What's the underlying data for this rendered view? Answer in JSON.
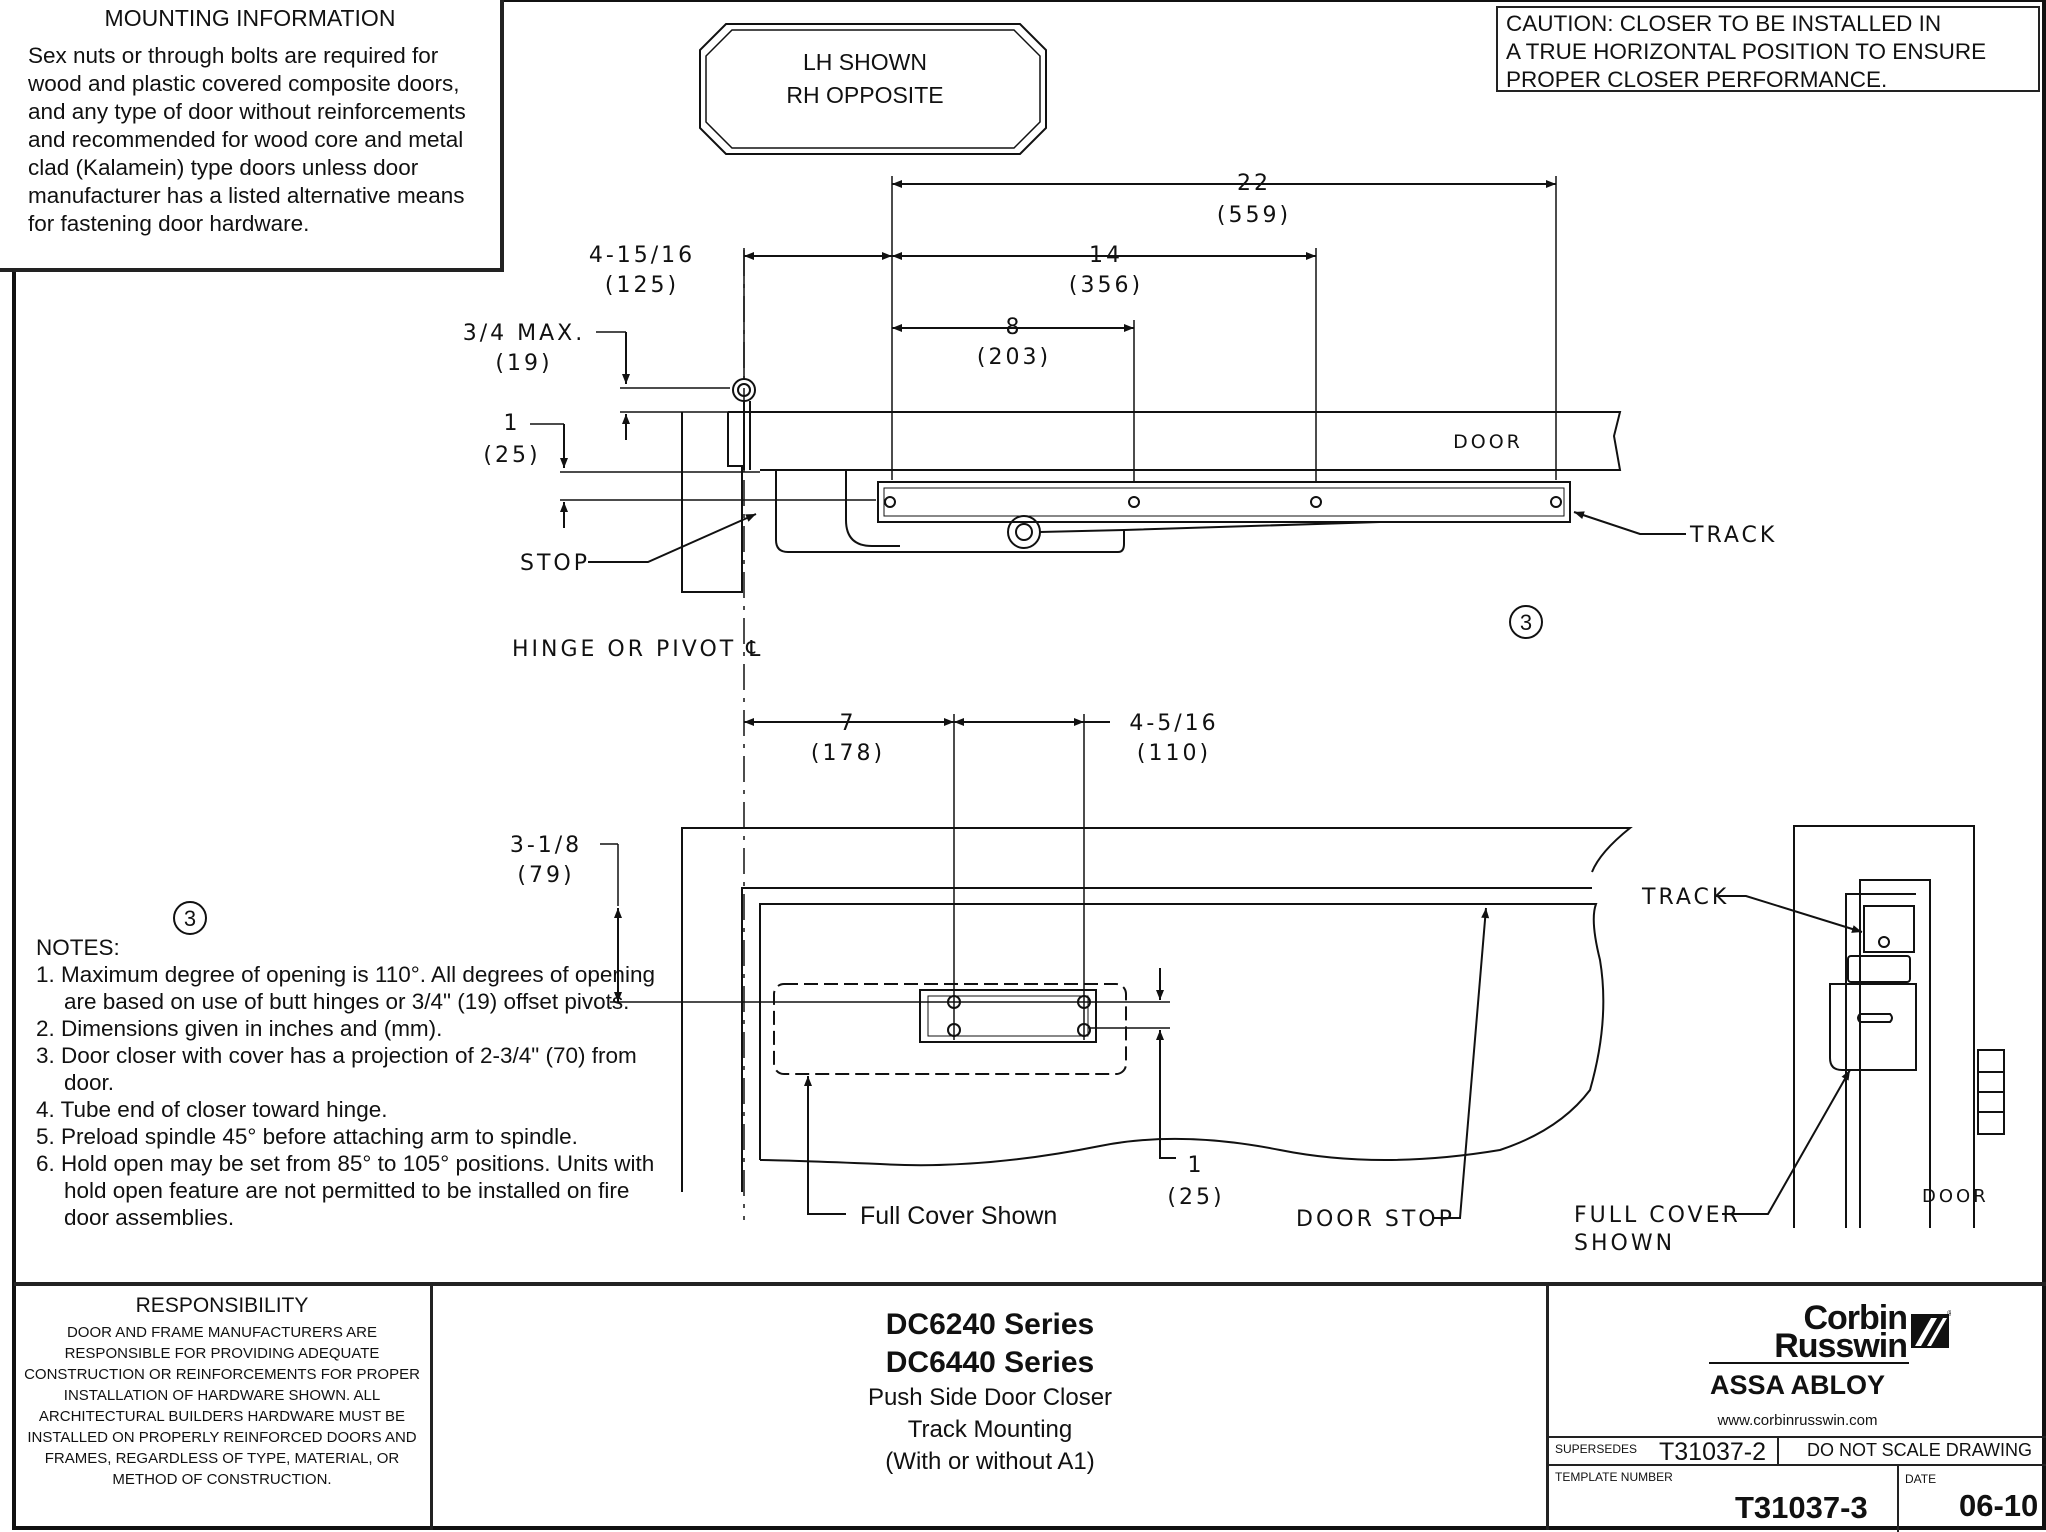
{
  "mounting_info": {
    "title": "MOUNTING INFORMATION",
    "text": "Sex nuts or through bolts are required for wood and plastic covered composite doors, and any type of door without reinforcements and recommended for wood core and metal clad (Kalamein) type doors unless door manufacturer has a listed alternative means for fastening door hardware."
  },
  "handing": {
    "line1": "LH SHOWN",
    "line2": "RH OPPOSITE"
  },
  "caution": {
    "line1": "CAUTION:  CLOSER TO BE INSTALLED IN",
    "line2": "A TRUE HORIZONTAL POSITION TO ENSURE",
    "line3": "PROPER CLOSER PERFORMANCE."
  },
  "dimensions": {
    "d22": "22",
    "d22_mm": "(559)",
    "d14": "14",
    "d14_mm": "(356)",
    "d8": "8",
    "d8_mm": "(203)",
    "d4_15_16": "4-15/16",
    "d4_15_16_mm": "(125)",
    "d3_4": "3/4 MAX.",
    "d3_4_mm": "(19)",
    "d1_top": "1",
    "d1_top_mm": "(25)",
    "d7": "7",
    "d7_mm": "(178)",
    "d4_5_16": "4-5/16",
    "d4_5_16_mm": "(110)",
    "d3_1_8": "3-1/8",
    "d3_1_8_mm": "(79)",
    "d1_bottom": "1",
    "d1_bottom_mm": "(25)"
  },
  "labels": {
    "door": "DOOR",
    "track": "TRACK",
    "stop": "STOP",
    "hinge": "HINGE OR PIVOT ℄",
    "circle_3": "3",
    "full_cover": "Full Cover Shown",
    "door_stop": "DOOR STOP",
    "full_cover_side_1": "FULL COVER",
    "full_cover_side_2": "SHOWN",
    "track_side": "TRACK",
    "door_side": "DOOR"
  },
  "notes": {
    "title": "NOTES:",
    "items": [
      "1. Maximum degree of opening is 110°. All degrees of opening are based on use of butt hinges or 3/4\" (19) offset pivots.",
      "2. Dimensions given in inches and (mm).",
      "3. Door closer with cover has a projection of 2-3/4\" (70) from door.",
      "4. Tube end of closer toward hinge.",
      "5. Preload spindle 45° before attaching arm to spindle.",
      "6. Hold open may be set from 85° to 105° positions. Units with hold open feature are not permitted to be installed on fire door assemblies."
    ]
  },
  "responsibility": {
    "title": "RESPONSIBILITY",
    "text": "DOOR AND FRAME MANUFACTURERS ARE RESPONSIBLE FOR PROVIDING ADEQUATE CONSTRUCTION OR REINFORCEMENTS FOR PROPER INSTALLATION OF HARDWARE SHOWN. ALL ARCHITECTURAL BUILDERS HARDWARE MUST BE INSTALLED ON PROPERLY REINFORCED DOORS AND FRAMES, REGARDLESS OF TYPE, MATERIAL, OR METHOD OF CONSTRUCTION."
  },
  "product": {
    "series1": "DC6240 Series",
    "series2": "DC6440 Series",
    "desc1": "Push Side Door Closer",
    "desc2": "Track Mounting",
    "desc3": "(With or without A1)"
  },
  "company": {
    "logo_line1": "Corbin",
    "logo_line2": "Russwin",
    "registered": "®",
    "parent": "ASSA ABLOY",
    "url": "www.corbinrusswin.com",
    "supersedes_label": "SUPERSEDES",
    "supersedes_value": "T31037-2",
    "do_not_scale": "DO NOT SCALE DRAWING",
    "template_label": "TEMPLATE NUMBER",
    "template_value": "T31037-3",
    "date_label": "DATE",
    "date_value": "06-10"
  }
}
